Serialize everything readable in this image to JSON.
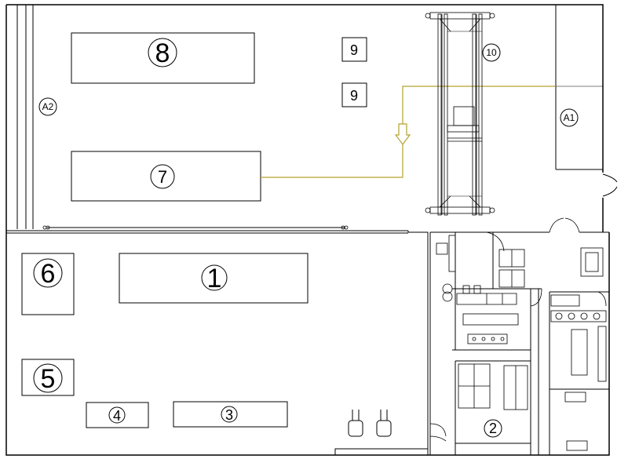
{
  "areas": {
    "a1": "A1",
    "a2": "A2"
  },
  "zones": {
    "z1": "1",
    "z2": "2",
    "z3": "3",
    "z4": "4",
    "z5": "5",
    "z6": "6",
    "z7": "7",
    "z8": "8",
    "z9a": "9",
    "z9b": "9",
    "z10": "10"
  },
  "colors": {
    "line": "#000000",
    "flow": "#b5a22f"
  }
}
